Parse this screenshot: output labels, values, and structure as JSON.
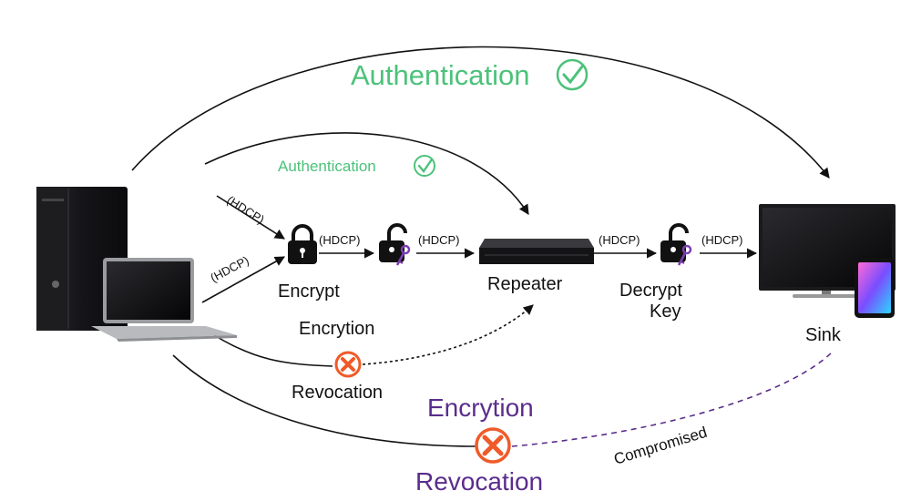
{
  "labels": {
    "auth_top": "Authentication",
    "auth_mid": "Authentication",
    "hdcp": "(HDCP)",
    "encrypt": "Encrypt",
    "repeater": "Repeater",
    "decrypt_line1": "Decrypt",
    "decrypt_line2": "Key",
    "sink": "Sink",
    "encryption_small": "Encrytion",
    "revocation_small": "Revocation",
    "encryption_big": "Encrytion",
    "revocation_big": "Revocation",
    "compromised": "Compromised"
  },
  "colors": {
    "green": "#4cc27a",
    "purple": "#5b2d8c",
    "red": "#f05a28",
    "black": "#111111"
  },
  "icons": {
    "check": "check-circle-icon",
    "cross": "x-circle-icon",
    "lock": "lock-icon",
    "unlock_key": "unlock-key-icon"
  }
}
